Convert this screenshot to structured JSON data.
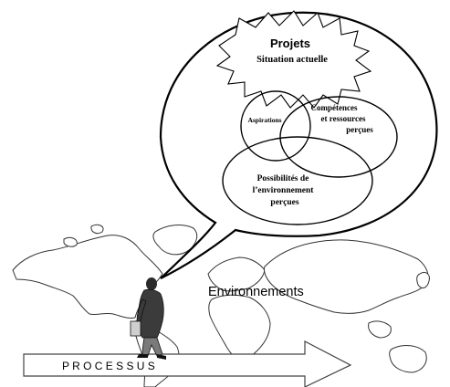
{
  "bubble": {
    "title": "Projets",
    "subtitle": "Situation actuelle"
  },
  "circles": {
    "aspirations": "Aspirations",
    "competences_line1": "Compétences",
    "competences_line2": "et ressources",
    "competences_line3": "perçues",
    "possibilites_line1": "Possibilités de",
    "possibilites_line2": "l’environnement",
    "possibilites_line3": "perçues"
  },
  "labels": {
    "environnements": "Environnements",
    "processus": "P R O C E S S U S"
  }
}
